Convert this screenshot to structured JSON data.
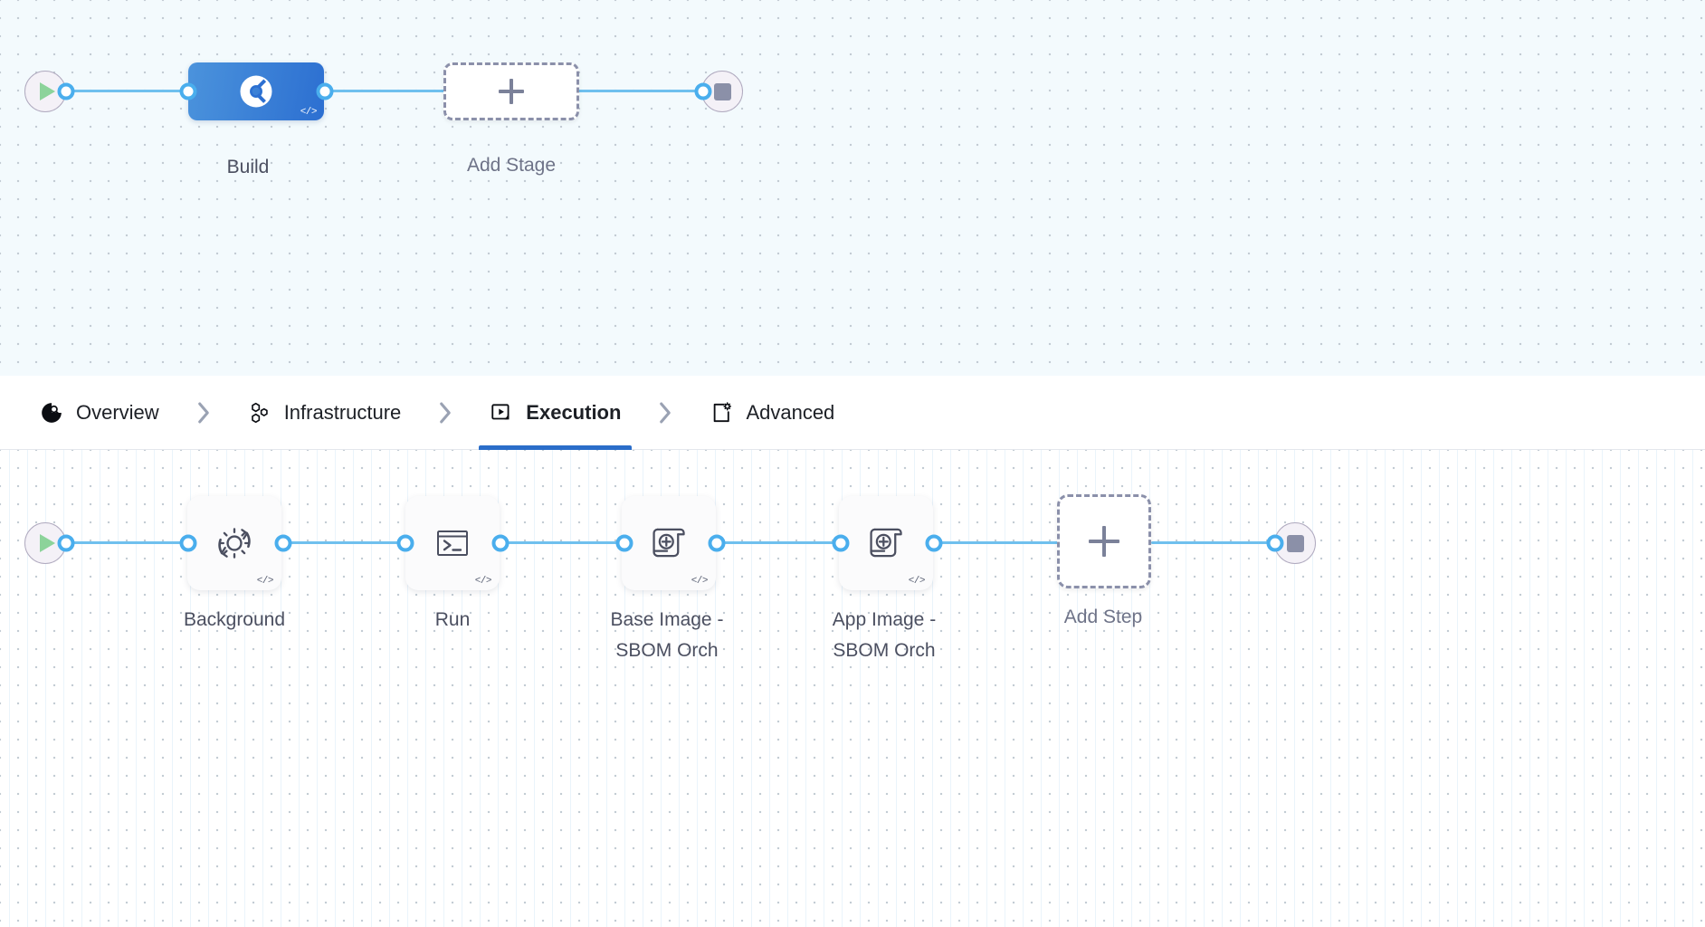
{
  "app": {
    "name": "pipeline-studio",
    "colors": {
      "accent": "#2a6dc9",
      "edge": "#6fc0ee",
      "connector_ring": "#4aaeed",
      "stage_gradient_from": "#4b93dc",
      "stage_gradient_to": "#2c6fd1",
      "start_play": "#8cd39a",
      "stop_square": "#8b90a8",
      "dashed_border": "#8b90aa",
      "label_text": "#4b4f60",
      "stage_canvas_bg": "#f3fafd",
      "step_canvas_bg": "#ffffff"
    }
  },
  "stage_canvas": {
    "start_node": {
      "icon": "play-icon",
      "label": ""
    },
    "nodes": [
      {
        "id": "build",
        "label": "Build",
        "icon": "harness-ci-icon",
        "badge": "</>",
        "type": "stage",
        "selected": true
      },
      {
        "id": "add-stage",
        "label": "Add Stage",
        "icon": "plus-icon",
        "type": "add-placeholder"
      }
    ],
    "end_node": {
      "icon": "stop-icon",
      "label": ""
    }
  },
  "tabbar": {
    "separator_icon": "chevron-right-icon",
    "tabs": [
      {
        "id": "overview",
        "label": "Overview",
        "icon": "pie-chart-icon",
        "active": false
      },
      {
        "id": "infrastructure",
        "label": "Infrastructure",
        "icon": "hexagons-icon",
        "active": false
      },
      {
        "id": "execution",
        "label": "Execution",
        "icon": "play-box-icon",
        "active": true
      },
      {
        "id": "advanced",
        "label": "Advanced",
        "icon": "file-gear-icon",
        "active": false
      }
    ]
  },
  "step_canvas": {
    "start_node": {
      "icon": "play-icon",
      "label": ""
    },
    "steps": [
      {
        "id": "background",
        "label": "Background",
        "icon": "gear-refresh-icon",
        "badge": "</>",
        "type": "step"
      },
      {
        "id": "run",
        "label": "Run",
        "icon": "terminal-icon",
        "badge": "</>",
        "type": "step"
      },
      {
        "id": "base-image-sbom",
        "label": "Base Image -\nSBOM Orch",
        "icon": "scroll-plus-icon",
        "badge": "</>",
        "type": "step"
      },
      {
        "id": "app-image-sbom",
        "label": "App Image -\nSBOM Orch",
        "icon": "scroll-plus-icon",
        "badge": "</>",
        "type": "step"
      },
      {
        "id": "add-step",
        "label": "Add Step",
        "icon": "plus-icon",
        "type": "add-placeholder"
      }
    ],
    "end_node": {
      "icon": "stop-icon",
      "label": ""
    }
  }
}
